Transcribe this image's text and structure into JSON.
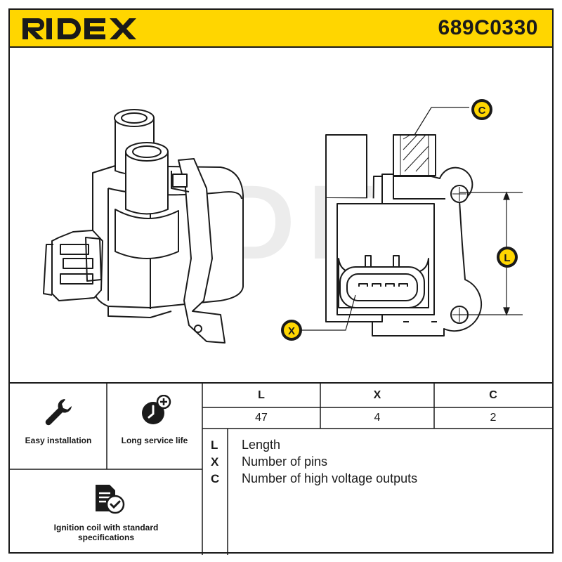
{
  "brand": "RIDEX",
  "part_number": "689C0330",
  "watermark": "RIDEX",
  "callouts": {
    "c": "C",
    "l": "L",
    "x": "X"
  },
  "features": [
    {
      "label": "Easy installation",
      "icon": "wrench-icon"
    },
    {
      "label": "Long service life",
      "icon": "clock-plus-icon"
    },
    {
      "label": "Ignition coil with standard specifications",
      "icon": "document-check-icon"
    }
  ],
  "specs": {
    "headers": [
      "L",
      "X",
      "C"
    ],
    "values": [
      "47",
      "4",
      "2"
    ]
  },
  "legend": [
    {
      "key": "L",
      "text": "Length"
    },
    {
      "key": "X",
      "text": "Number of pins"
    },
    {
      "key": "C",
      "text": "Number of high voltage outputs"
    }
  ],
  "colors": {
    "accent": "#ffd600",
    "ink": "#1a1a1a",
    "watermark": "#e6e6e6"
  }
}
